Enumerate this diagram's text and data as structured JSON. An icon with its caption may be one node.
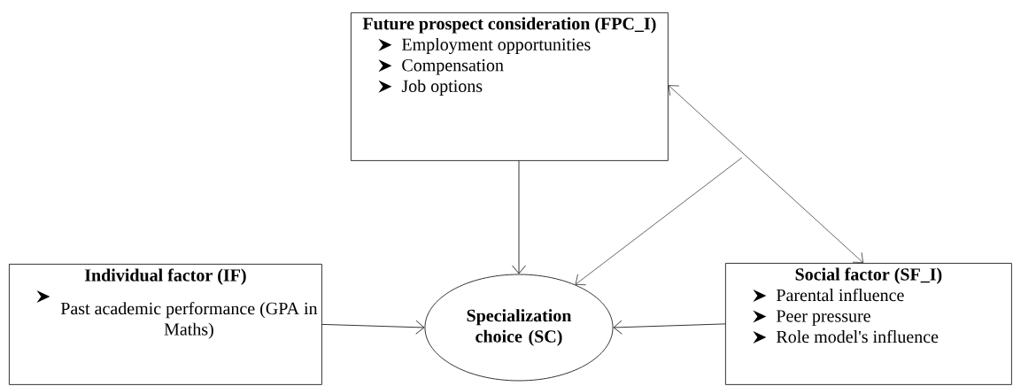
{
  "diagram": {
    "nodes": [
      {
        "text": [
          "Future prospect consideration (FPC_I)",
          "Employment opportunities",
          "Compensation",
          "Job options"
        ]
      },
      {
        "text": [
          "Individual factor (IF)",
          "Past academic performance (GPA in Maths)"
        ]
      },
      {
        "text": [
          "Specialization choice (SC)"
        ]
      },
      {
        "text": [
          "Social factor (SF_I)",
          "Parental influence",
          "Peer pressure",
          "Role model's influence"
        ]
      }
    ],
    "edges": [
      {
        "from": 0,
        "to": 2,
        "arrow": "to"
      },
      {
        "from": 1,
        "to": 2,
        "arrow": "to"
      },
      {
        "from": 3,
        "to": 2,
        "arrow": "to"
      },
      {
        "from": 0,
        "to": 3,
        "arrow": "both"
      },
      {
        "from": null,
        "to": 2,
        "arrow": "to"
      }
    ]
  }
}
